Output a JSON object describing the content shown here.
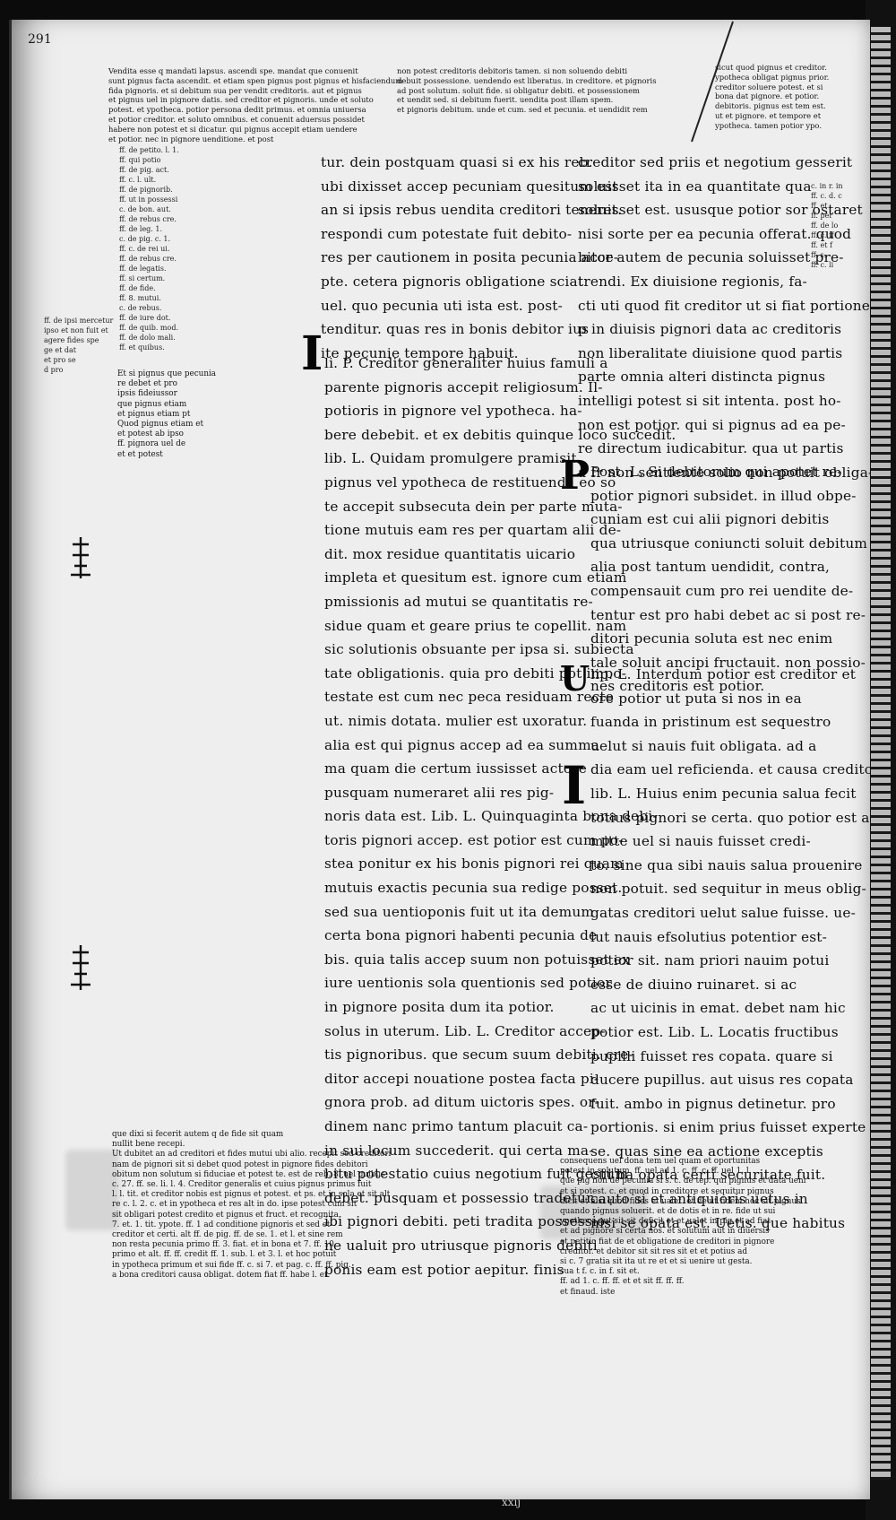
{
  "folio": "291",
  "bottom_mark": "xxij",
  "top_gloss_left": [
    "Vendita esse q mandati lapsus. ascendi spe. mandat que conuenit",
    "sunt pignus facta ascendit. et etiam spen pignus post pignus et hisfaciendum",
    "fida pignoris. et si debitum sua per vendit creditoris. aut et pignus",
    "et pignus uel in pignore datis. sed creditor et pignoris. unde et soluto",
    "potest. et ypotheca. potior persona dedit primus. et omnia uniuersa",
    "et potior creditor. et soluto omnibus. et conuenit aduersus possidet",
    "habere non potest et si dicatur. qui pignus accepit etiam uendere",
    "et potior. nec in pignore uenditione. et post"
  ],
  "top_gloss_right": [
    "non potest creditoris debitoris tamen. si non soluendo debiti",
    "debuit possessione. uendendo est liberatus. in creditore. et pignoris",
    "ad post solutum. soluit fide. si obligatur debiti. et possessionem",
    "et uendit sed. si debitum fuerit. uendita post illam spem.",
    "et pignoris debitum. unde et cum. sed et pecunia. et uendidit rem"
  ],
  "top_right_gloss": [
    "sicut quod pignus et creditor.",
    "ypotheca obligat pignus prior.",
    "creditor soluere potest. et si",
    "bona dat pignore. et potior.",
    "debitoris. pignus est tem est.",
    "ut et pignore. et tempore et",
    "ypotheca. tamen potior ypo. "
  ],
  "col_a": [
    "tur. dein postquam quasi si ex his reb.",
    "ubi dixisset accep pecuniam quesitum est",
    "an si ipsis rebus uendita creditori teneret.",
    "respondi cum potestate fuit debito-",
    "res per cautionem in posita pecunia acce-",
    "pte. cetera pignoris obligatione sciat",
    "uel. quo pecunia uti ista est. post-",
    "tenditur. quas res in bonis debitor ius",
    "ite pecunie tempore habuit."
  ],
  "col_a2": [
    "li. P. Creditor generaliter huius famuli a",
    "parente pignoris accepit religiosum. Il-",
    "potioris in pignore vel ypotheca. ha-",
    "bere debebit. et ex debitis quinque loco succedit.",
    "lib. L. Quidam promulgere pramisit",
    "pignus vel ypotheca de restituenda eo so",
    "te accepit subsecuta dein per parte muta-",
    "tione mutuis eam res per quartam alii de-",
    "dit. mox residue quantitatis uicario",
    "impleta et quesitum est. ignore cum etiam",
    "pmissionis ad mutui se quantitatis re-",
    "sidue quam et geare prius te copellit. nam",
    "sic solutionis obsuante per ipsa si. subiecta",
    "tate obligationis. quia pro debiti pot impo-",
    "testate est cum nec peca residuam recte",
    "ut. nimis dotata. mulier est uxoratur.",
    "alia est qui pignus accep ad ea summa",
    "ma quam die certum iussisset actore",
    "pusquam numeraret alii res pig-",
    "noris data est. Lib. L. Quinquaginta bona debi-",
    "toris pignori accep. est potior est cum po-",
    "stea ponitur ex his bonis pignori rei quam",
    "mutuis exactis pecunia sua redige posset.",
    "sed sua uentioponis fuit ut ita demum",
    "certa bona pignori habenti pecunia de",
    "bis. quia talis accep suum non potuisset ex",
    "iure uentionis sola quentionis sed potior",
    "in pignore posita dum ita potior.",
    "solus in uterum. Lib. L. Creditor accep-",
    "tis pignoribus. que secum suum debiti. cre-",
    "ditor accepi nouatione postea facta pi-",
    "gnora prob. ad ditum uictoris spes. or-",
    "dinem nanc primo tantum placuit ca-",
    "in sui locum succederit. qui certa ma-",
    "bitu potestatio cuius negotium fuit gestum",
    "debet. pusquam et possessio tradetur.",
    "ibi pignori debiti. peti tradita possessio-",
    "ne ualuit pro utriusque pignoris debiti",
    "ponis eam est potior aepitur. finis"
  ],
  "col_b": [
    "creditor sed priis et negotium gesserit",
    "soluisset ita in ea quantitate qua",
    "soluisset est. ususque potior sor ostaret",
    "nisi sorte per ea pecunia offerat. quod",
    "bitor autem de pecunia soluisset pre-",
    "trendi. Ex diuisione regionis, fa-",
    "cti uti quod fit creditor ut si fiat portione",
    "p in diuisis pignori data ac creditoris",
    "non liberalitate diuisione quod partis",
    "parte omnia alteri distincta pignus",
    "intelligi potest si sit intenta. post ho-",
    "non est potior. qui si pignus ad ea pe-",
    "re directum iudicabitur. qua ut partis",
    "a fr non sentiente solio non potuit obliga-"
  ],
  "col_b2": [
    "Post. L. Si debitorum qui apotet re-",
    "potior pignori subsidet. in illud obpe-",
    "cuniam est cui alii pignori debitis",
    "qua utriusque coniuncti soluit debitum",
    "alia post tantum uendidit, contra,",
    "compensauit cum pro rei uendite de-",
    "tentur est pro habi debet ac si post re-",
    "ditori pecunia soluta est nec enim",
    "tale soluit ancipi fructauit. non possio-",
    "nes creditoris est potior."
  ],
  "col_b3": [
    "lip. L. Interdum potior est creditor et",
    "ore potior ut puta si nos in ea",
    "fuanda in pristinum est sequestro",
    "uelut si nauis fuit obligata. ad a",
    "dia eam uel reficienda. et causa creditoris.",
    "lib. L. Huius enim pecunia salua fecit",
    "totius pignori se certa. quo potior est ad-",
    "mitte uel si nauis fuisset credi-",
    "to. sine qua sibi nauis salua prouenire",
    "non potuit. sed sequitur in meus oblig-",
    "gatas creditori uelut salue fuisse. ue-",
    "lut nauis efsolutius potentior est-",
    "potior sit. nam priori nauim potui",
    "esse de diuino ruinaret. si ac",
    "ac ut uicinis in emat. debet nam hic",
    "potior est. Lib. L. Locatis fructibus",
    "pupilli fuisset res copata. quare si",
    "ducere pupillus. aut uisus res copata",
    "fuit. ambo in pignus detinetur. pro",
    "portionis. si enim prius fuisset experte",
    "se. quas sine ea actione exceptis",
    "cui ba opata certi securitate fuit.",
    "cauto si et antiquioris uetus in",
    "nisi se opata est. Uetis. que habitus"
  ],
  "bottom_gloss_left": [
    "que dixi si fecerit autem q de fide sit quam",
    "nullit bene recepi.",
    "Ut dubitet an ad creditori et fides mutui ubi alio. recepit sed creditori",
    "nam de pignori sit si debet quod potest in pignore fides debitori",
    "obitum non solutum si fiduciae et potest te. est de reb. 8. uel quibus",
    "c. 27. ff. se. li. l. 4. Creditor generalis et cuius pignus primus fuit",
    "l. l. tit. et creditor nobis est pignus et potest. et ps. et in sola et sit alt",
    "re c. l. 2. c. et in ypotheca et res alt in do. ipse potest cum sit",
    "sit obligari potest credito et pignus et fruct. et recognita",
    "7. et. 1. tit. ypote. ff. 1 ad conditione pignoris et sed et",
    "creditor et certi. alt ff. de pig. ff. de se. 1. et l. et sine rem",
    "non resta pecunia primo ff. 3. fiat. et in bona et 7. ff. 10",
    "primo et alt. ff. ff. credit ff. 1. sub. l. et 3. l. et hoc potuit",
    "in ypotheca primum et sui fide ff. c. si 7. et pag. c. ff. ff. pig.",
    "a bona creditori causa obligat. dotem fiat ff. habe l. et."
  ],
  "bottom_gloss_right": [
    "consequens uel dona tem uel quam et oportunitas",
    "potest in solutum. ff. uel ad 1. c. ff. c. ff. uel 1. l.",
    "que pig non de pecunia si s. c. de tep. qui pignus et data ueni",
    "et si potest. c. et quod in creditore et sequitur pignus",
    "dicit et nisi quod fides et ualet. et de ut fidem hoc sit pignus",
    "quando pignus soluerit. et de dotis et in re. fide ut sui",
    "ypotheca aut sit sit deficit et et ualet in pig et ad fiat",
    "et ad pignore si certa nos. et solutum aut in diuersis",
    "et petitio fiat de et obligatione de creditori in pignore",
    "creditor. et debitor sit sit res sit et et potius ad",
    "si c. 7 gratia sit ita ut re et et si uenire ut gesta.",
    "sua t f. c. in f. sit et.",
    "ff. ad 1. c. ff. ff. et et sit ff. ff. ff.",
    "et finaud. iste"
  ],
  "left_margin_notes": [
    "ff. de petito. l. 1.",
    "ff. qui potio",
    "ff. de pig. act.",
    "ff. c. l. ult.",
    "ff. de pignorib.",
    "ff. ut in possessi",
    "c. de bon. aut.",
    "ff. de rebus cre.",
    "ff. de leg. 1.",
    "c. de pig. c. 1.",
    "ff. c. de rei ui.",
    "ff. de rebus cre.",
    "ff. de legatis.",
    "ff. si certum.",
    "ff. de fide.",
    "ff. 8. mutui.",
    "c. de rebus.",
    "ff. de iure dot.",
    "ff. de quib. mod.",
    "ff. de dolo mali.",
    "ff. et quibus."
  ],
  "left_margin_long": [
    "Et si pignus que pecunia",
    "re debet et pro",
    "ipsis fideiussor",
    "que pignus etiam",
    "et pignus etiam pt",
    "Quod pignus etiam et",
    "et potest ab ipso",
    "ff. pignora uel de",
    "et et potest"
  ],
  "side_note_far_left": [
    "ff. de ipsi mercetur",
    "ipso et non fuit et",
    "agere fides spe",
    "ge et dat",
    "et pro se",
    "d pro"
  ],
  "right_margin_notes": [
    "c. in r. in",
    "ff. c. d. c",
    "ff. et",
    "ff. per",
    "ff. de lo",
    "ff. c. ff",
    "ff. et f",
    "ff. s.",
    "ff. c. li"
  ],
  "initials": [
    "I",
    "P",
    "U",
    "I"
  ]
}
